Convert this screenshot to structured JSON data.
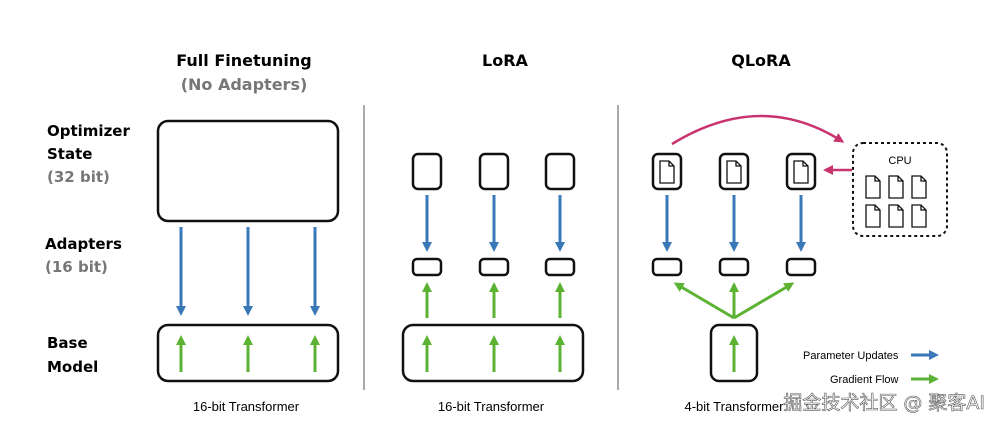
{
  "columns": {
    "full": {
      "title": "Full Finetuning",
      "subtitle": "(No Adapters)",
      "footer": "16-bit Transformer"
    },
    "lora": {
      "title": "LoRA",
      "footer": "16-bit Transformer"
    },
    "qlora": {
      "title": "QLoRA",
      "footer": "4-bit Transformer",
      "cpu_label": "CPU"
    }
  },
  "row_labels": {
    "optimizer": {
      "line1": "Optimizer",
      "line2": "State",
      "bits": "(32 bit)"
    },
    "adapters": {
      "line1": "Adapters",
      "bits": "(16 bit)"
    },
    "base": {
      "line1": "Base",
      "line2": "Model"
    }
  },
  "legend": {
    "param_updates": "Parameter Updates",
    "gradient_flow": "Gradient Flow"
  },
  "watermark": "掘金技术社区 @ 聚客AI",
  "colors": {
    "blue": "#3a78b8",
    "green": "#5cb233",
    "magenta": "#c8336e",
    "box_stroke": "#111111",
    "gray_text": "#777777",
    "divider": "#555555"
  }
}
